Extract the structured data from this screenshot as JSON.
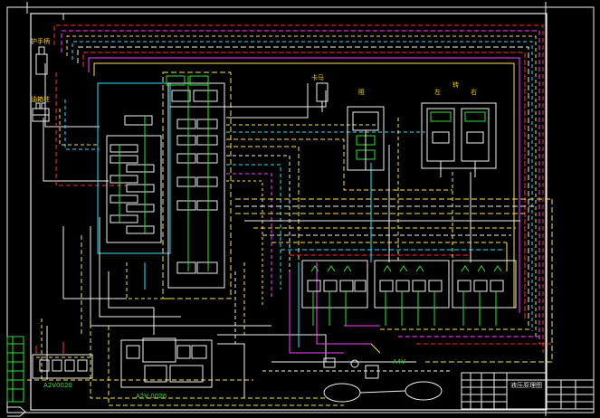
{
  "labels": {
    "left_top": "护手柄",
    "left_mid": "油箱柱",
    "mid_top": "卡马",
    "box_mid": "阻",
    "box_right_left": "左",
    "box_right_mid": "转",
    "box_right_right": "右",
    "bottom_left": "A2V0020",
    "bottom_mid": "A2V 0020",
    "pump_right": "A4V",
    "title_block_name": "液压原理图"
  },
  "colors": {
    "bg": "#000000",
    "white": "#f0f0f0",
    "yellow": "#ffe34a",
    "red": "#ff3030",
    "magenta": "#ff40ff",
    "cyan": "#30e0ff",
    "green": "#35e035",
    "blue": "#4060ff"
  }
}
